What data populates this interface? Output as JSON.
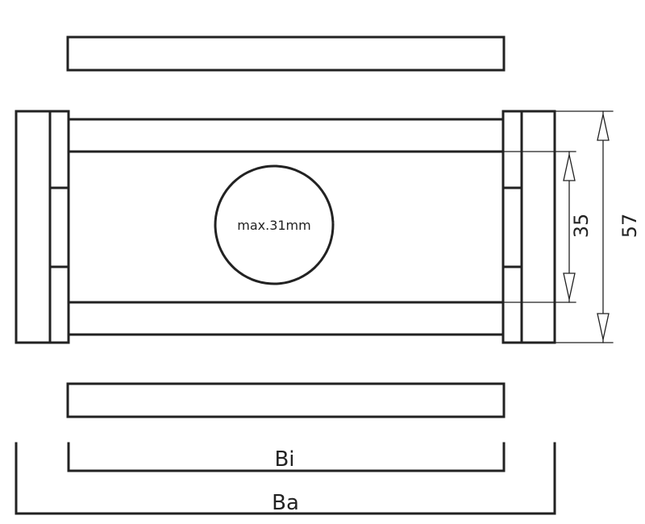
{
  "labels": {
    "max_diameter": "max.31mm",
    "inner_height": "35",
    "outer_height": "57",
    "inner_width": "Bi",
    "outer_width": "Ba"
  },
  "colors": {
    "line": "#222222",
    "background": "#ffffff"
  }
}
